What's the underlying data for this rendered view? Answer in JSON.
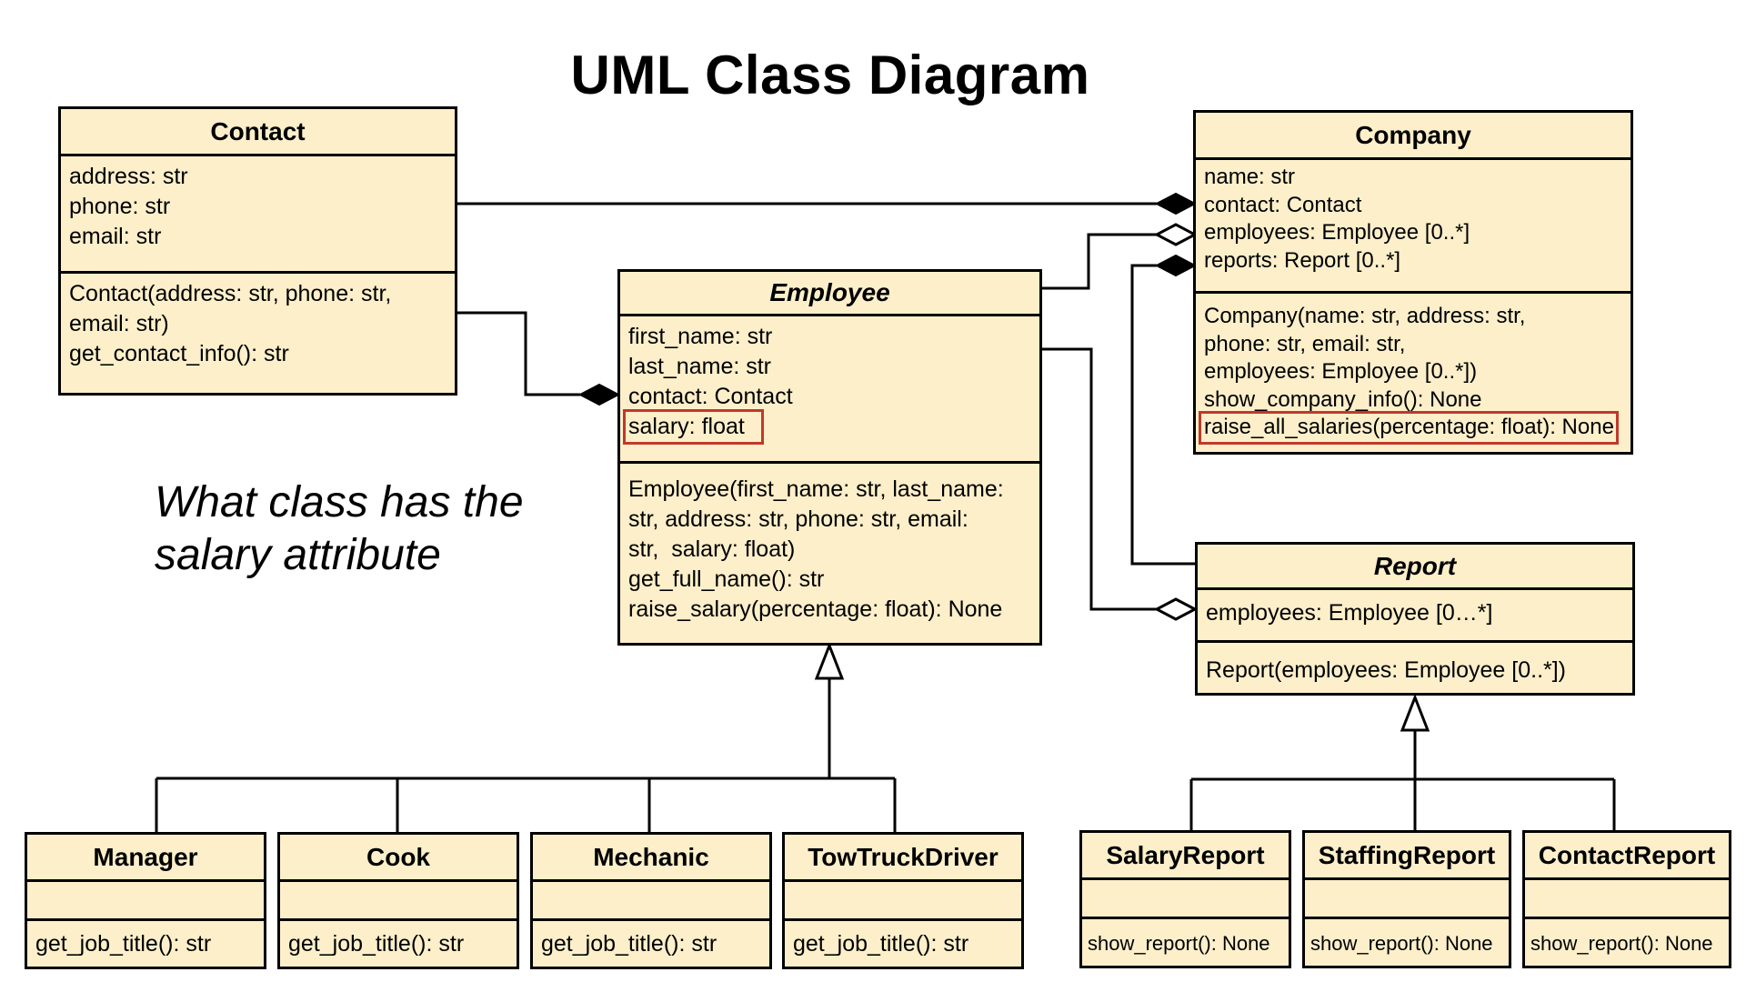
{
  "title": "UML Class Diagram",
  "question": "What class has the salary attribute",
  "colors": {
    "class_fill": "#fcefca",
    "border": "#000000",
    "highlight": "#c0392b"
  },
  "classes": {
    "contact": {
      "name": "Contact",
      "attributes": [
        "address: str",
        "phone: str",
        "email: str"
      ],
      "methods": [
        "Contact(address: str, phone: str,",
        "email: str)",
        "get_contact_info(): str"
      ]
    },
    "company": {
      "name": "Company",
      "attributes": [
        "name: str",
        "contact: Contact",
        "employees: Employee [0..*]",
        "reports: Report [0..*]"
      ],
      "methods": [
        "Company(name: str, address: str,",
        "phone: str, email: str,",
        "employees: Employee [0..*])",
        "show_company_info(): None",
        "raise_all_salaries(percentage: float): None"
      ]
    },
    "employee": {
      "name": "Employee",
      "attributes": [
        "first_name: str",
        "last_name: str",
        "contact: Contact",
        "salary: float"
      ],
      "methods": [
        "Employee(first_name: str, last_name:",
        "str, address: str, phone: str, email:",
        "str,  salary: float)",
        "get_full_name(): str",
        "raise_salary(percentage: float): None"
      ]
    },
    "report": {
      "name": "Report",
      "attributes": [
        "employees: Employee [0…*]"
      ],
      "methods": [
        "Report(employees: Employee [0..*])"
      ]
    },
    "manager": {
      "name": "Manager",
      "methods": [
        "get_job_title(): str"
      ]
    },
    "cook": {
      "name": "Cook",
      "methods": [
        "get_job_title(): str"
      ]
    },
    "mechanic": {
      "name": "Mechanic",
      "methods": [
        "get_job_title(): str"
      ]
    },
    "towtruckdriver": {
      "name": "TowTruckDriver",
      "methods": [
        "get_job_title(): str"
      ]
    },
    "salaryreport": {
      "name": "SalaryReport",
      "methods": [
        "show_report(): None"
      ]
    },
    "staffingreport": {
      "name": "StaffingReport",
      "methods": [
        "show_report(): None"
      ]
    },
    "contactreport": {
      "name": "ContactReport",
      "methods": [
        "show_report(): None"
      ]
    }
  }
}
